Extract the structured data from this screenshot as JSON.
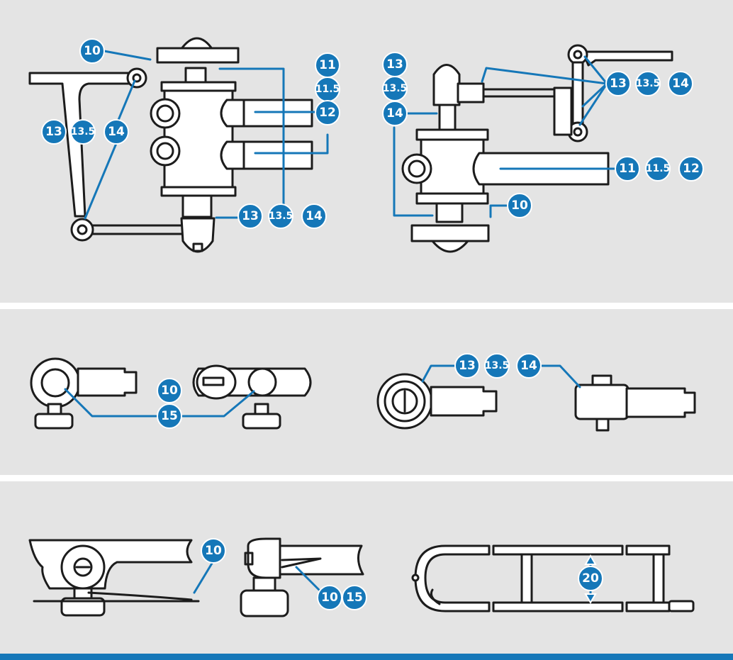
{
  "colors": {
    "accent": "#1577b8",
    "panel_background": "#e4e4e4",
    "separator": "#ffffff",
    "line_art": "#1c1c1c"
  },
  "badges": {
    "p1_10": "10",
    "p1_11": "11",
    "p1_11_5": "11.5",
    "p1_12": "12",
    "p1_left_13": "13",
    "p1_left_13_5": "13.5",
    "p1_left_14": "14",
    "p1_bottom_13": "13",
    "p1_bottom_13_5": "13.5",
    "p1_bottom_14": "14",
    "p2_col_13": "13",
    "p2_col_13_5": "13.5",
    "p2_col_14": "14",
    "p2_top_13": "13",
    "p2_top_13_5": "13.5",
    "p2_top_14": "14",
    "p2_right_11": "11",
    "p2_right_11_5": "11.5",
    "p2_right_12": "12",
    "p2_10": "10",
    "p3_10": "10",
    "p3_15": "15",
    "p4_13": "13",
    "p4_13_5": "13.5",
    "p4_14": "14",
    "p5_10": "10",
    "p6_10": "10",
    "p6_15": "15",
    "p7_20": "20"
  }
}
